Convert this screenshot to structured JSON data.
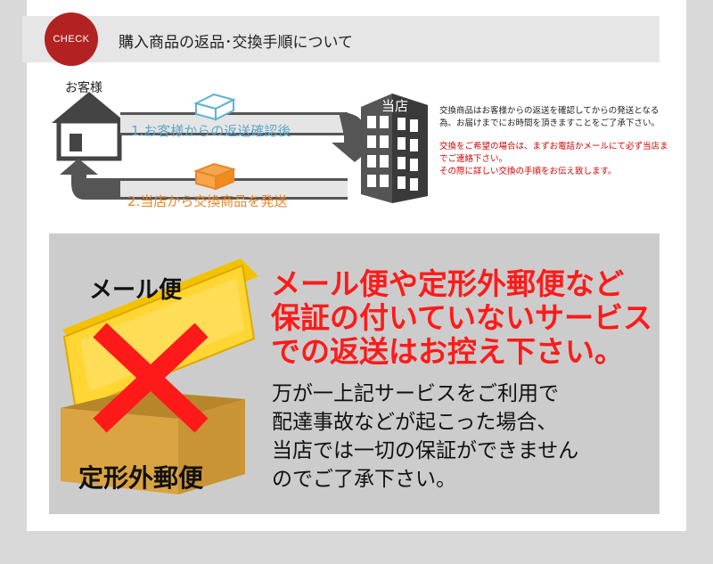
{
  "header": {
    "badge": "CHECK",
    "title": "購入商品の返品･交換手順について"
  },
  "flow": {
    "house_label": "お客様",
    "shop_label": "当店",
    "step1": "1.お客様からの返送確認後",
    "step2": "2.当店から交換商品を発送"
  },
  "note": {
    "line1": "交換商品はお客様からの返送を確認してからの発送となる為、お届けまでにお時間を頂きますことをご了承下さい。",
    "line2": "交換をご希望の場合は、まずお電話かメールにて必ず当店までご連絡下さい。\nその際に詳しい交換の手順をお伝え致します。"
  },
  "warning": {
    "mail_label": "メール便",
    "teikei_label": "定形外郵便",
    "heading": "メール便や定形外郵便など\n保証の付いていないサービス\nでの返送はお控え下さい。",
    "body": "万が一上記サービスをご利用で\n配達事故などが起こった場合、\n当店では一切の保証ができません\nのでご了承下さい。"
  },
  "colors": {
    "badge": "#b22222",
    "step1": "#5fa8c8",
    "step2": "#e8862a",
    "warn_red": "#ff1a1a",
    "panel": "#cccccc"
  }
}
